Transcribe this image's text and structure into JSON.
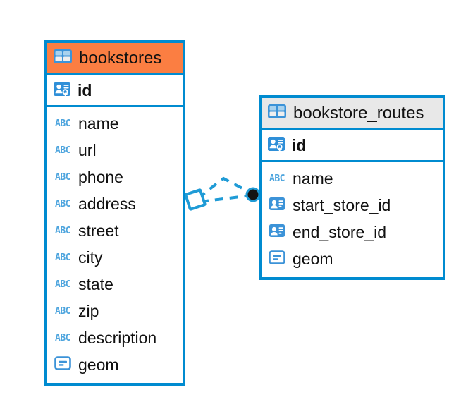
{
  "diagram": {
    "type": "entity-relationship-diagram",
    "background_color": "#ffffff",
    "accent_color": "#FB7E42",
    "border_color": "#008BD0",
    "icon_color": "#4EA5DE",
    "header_plain_color": "#E8E8E8"
  },
  "entities": [
    {
      "name": "bookstores",
      "header_style": "accent",
      "table_icon": "table-icon",
      "primary_key": {
        "label": "id",
        "icon": "primary-key-icon"
      },
      "fields": [
        {
          "label": "name",
          "icon": "text-abc-icon",
          "type": "ABC"
        },
        {
          "label": "url",
          "icon": "text-abc-icon",
          "type": "ABC"
        },
        {
          "label": "phone",
          "icon": "text-abc-icon",
          "type": "ABC"
        },
        {
          "label": "address",
          "icon": "text-abc-icon",
          "type": "ABC"
        },
        {
          "label": "street",
          "icon": "text-abc-icon",
          "type": "ABC"
        },
        {
          "label": "city",
          "icon": "text-abc-icon",
          "type": "ABC"
        },
        {
          "label": "state",
          "icon": "text-abc-icon",
          "type": "ABC"
        },
        {
          "label": "zip",
          "icon": "text-abc-icon",
          "type": "ABC"
        },
        {
          "label": "description",
          "icon": "text-abc-icon",
          "type": "ABC"
        },
        {
          "label": "geom",
          "icon": "geometry-icon",
          "type": "GEOM"
        }
      ]
    },
    {
      "name": "bookstore_routes",
      "header_style": "plain",
      "table_icon": "table-icon",
      "primary_key": {
        "label": "id",
        "icon": "primary-key-icon"
      },
      "fields": [
        {
          "label": "name",
          "icon": "text-abc-icon",
          "type": "ABC"
        },
        {
          "label": "start_store_id",
          "icon": "foreign-key-icon",
          "type": "FK"
        },
        {
          "label": "end_store_id",
          "icon": "foreign-key-icon",
          "type": "FK"
        },
        {
          "label": "geom",
          "icon": "geometry-icon",
          "type": "GEOM"
        }
      ]
    }
  ],
  "relationship": {
    "style": "dashed",
    "color": "#1F9BD6",
    "source_endpoint": "diamond",
    "target_endpoint": "filled-circle",
    "line_count": 2
  }
}
